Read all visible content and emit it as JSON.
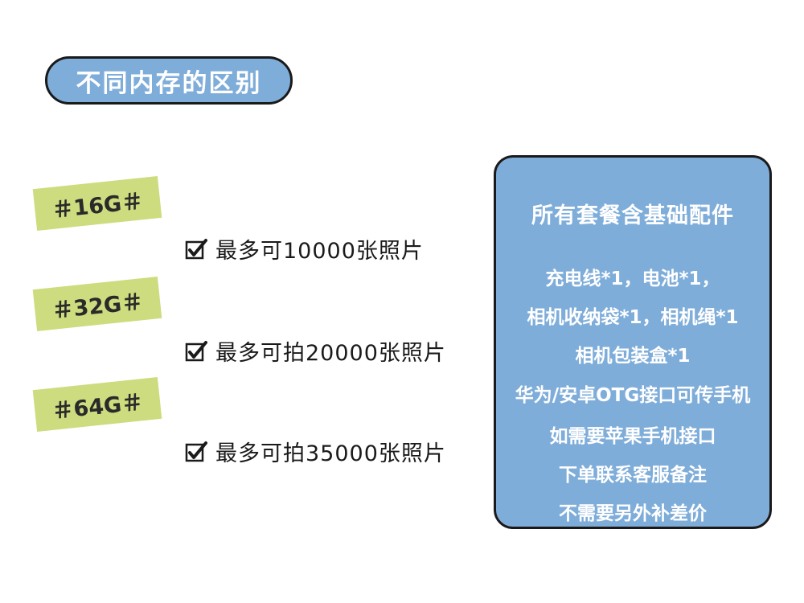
{
  "colors": {
    "title_bg": "#7fadd9",
    "tag_bg": "#cddc7e",
    "panel_bg": "#7fadd9"
  },
  "header": {
    "title": "不同内存的区别"
  },
  "tiers": [
    {
      "tag": "＃16G＃",
      "desc": "最多可10000张照片",
      "icon": "checkbox-icon"
    },
    {
      "tag": "＃32G＃",
      "desc": "最多可拍20000张照片",
      "icon": "checkbox-icon"
    },
    {
      "tag": "＃64G＃",
      "desc": "最多可拍35000张照片",
      "icon": "checkbox-icon"
    }
  ],
  "accessories": {
    "title": "所有套餐含基础配件",
    "lines": [
      "充电线*1，电池*1，",
      "相机收纳袋*1，相机绳*1",
      "相机包装盒*1",
      "华为/安卓OTG接口可传手机",
      "如需要苹果手机接口",
      "下单联系客服备注",
      "不需要另外补差价"
    ]
  }
}
